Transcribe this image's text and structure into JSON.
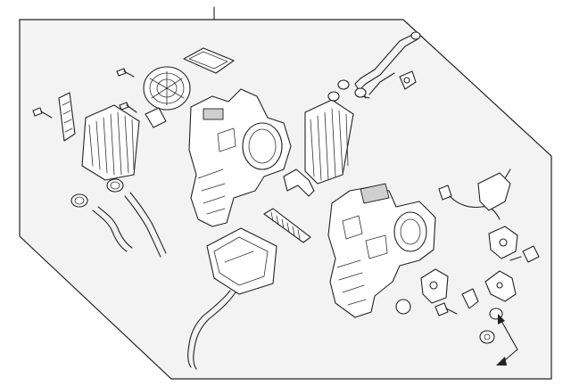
{
  "diagram": {
    "background_color": "#ffffff",
    "panel_color": "#f3f3f3",
    "line_color": "#222222",
    "parts": [
      "reference-leader-line",
      "filter-frame",
      "blower-motor",
      "blower-screws",
      "heater-core",
      "heater-core-bracket",
      "heater-core-screw",
      "hose-clamps",
      "heater-hoses",
      "upper-case-half",
      "case-clip",
      "cabin-air-filter",
      "drain-bracket",
      "evaporator-core",
      "lower-drain-pan",
      "drain-tube",
      "expansion-valve-pipe",
      "small-o-rings",
      "pipe-bracket",
      "main-hvac-case",
      "wiring-harness",
      "mode-actuator",
      "actuator-bolt",
      "blend-actuator",
      "sensor",
      "mounting-bracket",
      "small-grommets",
      "callout-arrows"
    ]
  }
}
